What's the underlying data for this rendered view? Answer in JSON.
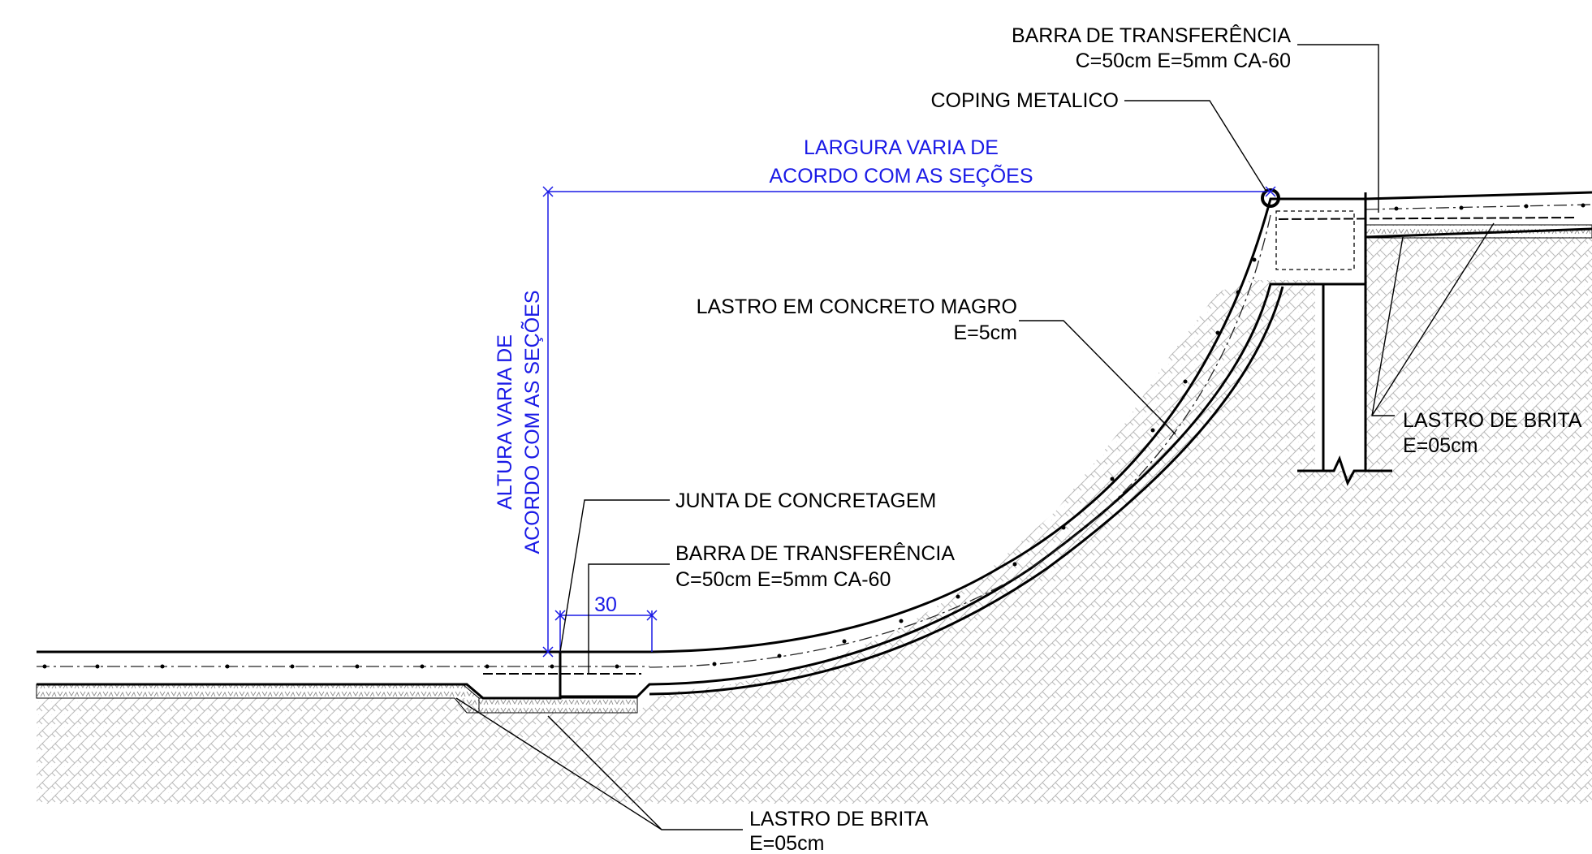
{
  "colors": {
    "annotation": "#000000",
    "dimension": "#1a1ae6",
    "hatch": "#b8b8b8",
    "gravel": "#8c8c8c"
  },
  "labels": {
    "barra_top_1": "BARRA DE TRANSFERÊNCIA",
    "barra_top_2": "C=50cm E=5mm CA-60",
    "coping": "COPING METALICO",
    "largura_1": "LARGURA VARIA DE",
    "largura_2": "ACORDO COM AS SEÇÕES",
    "altura_1": "ALTURA VARIA DE",
    "altura_2": "ACORDO COM AS SEÇÕES",
    "lastro_magro_1": "LASTRO EM CONCRETO MAGRO",
    "lastro_magro_2": "E=5cm",
    "lastro_brita_right_1": "LASTRO DE BRITA",
    "lastro_brita_right_2": "E=05cm",
    "junta": "JUNTA DE CONCRETAGEM",
    "barra_bottom_1": "BARRA DE TRANSFERÊNCIA",
    "barra_bottom_2": "C=50cm E=5mm CA-60",
    "dim_30": "30",
    "lastro_brita_bottom_1": "LASTRO DE BRITA",
    "lastro_brita_bottom_2": "E=05cm"
  }
}
